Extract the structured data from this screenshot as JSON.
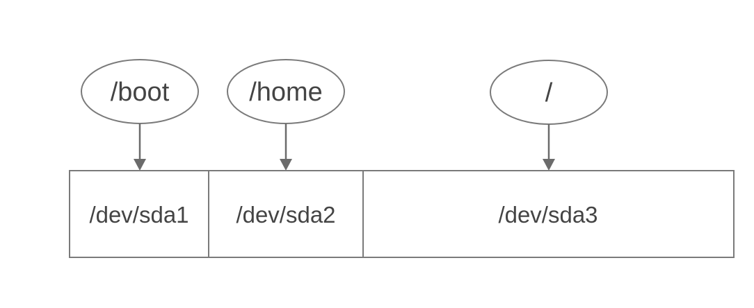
{
  "mount_points": [
    {
      "label": "/boot",
      "target": "partition-sda1"
    },
    {
      "label": "/home",
      "target": "partition-sda2"
    },
    {
      "label": "/",
      "target": "partition-sda3"
    }
  ],
  "partitions": [
    {
      "label": "/dev/sda1"
    },
    {
      "label": "/dev/sda2"
    },
    {
      "label": "/dev/sda3"
    }
  ],
  "colors": {
    "stroke": "#7a7a7a",
    "arrow": "#6b6b6b",
    "text": "#444444",
    "background": "#ffffff"
  }
}
